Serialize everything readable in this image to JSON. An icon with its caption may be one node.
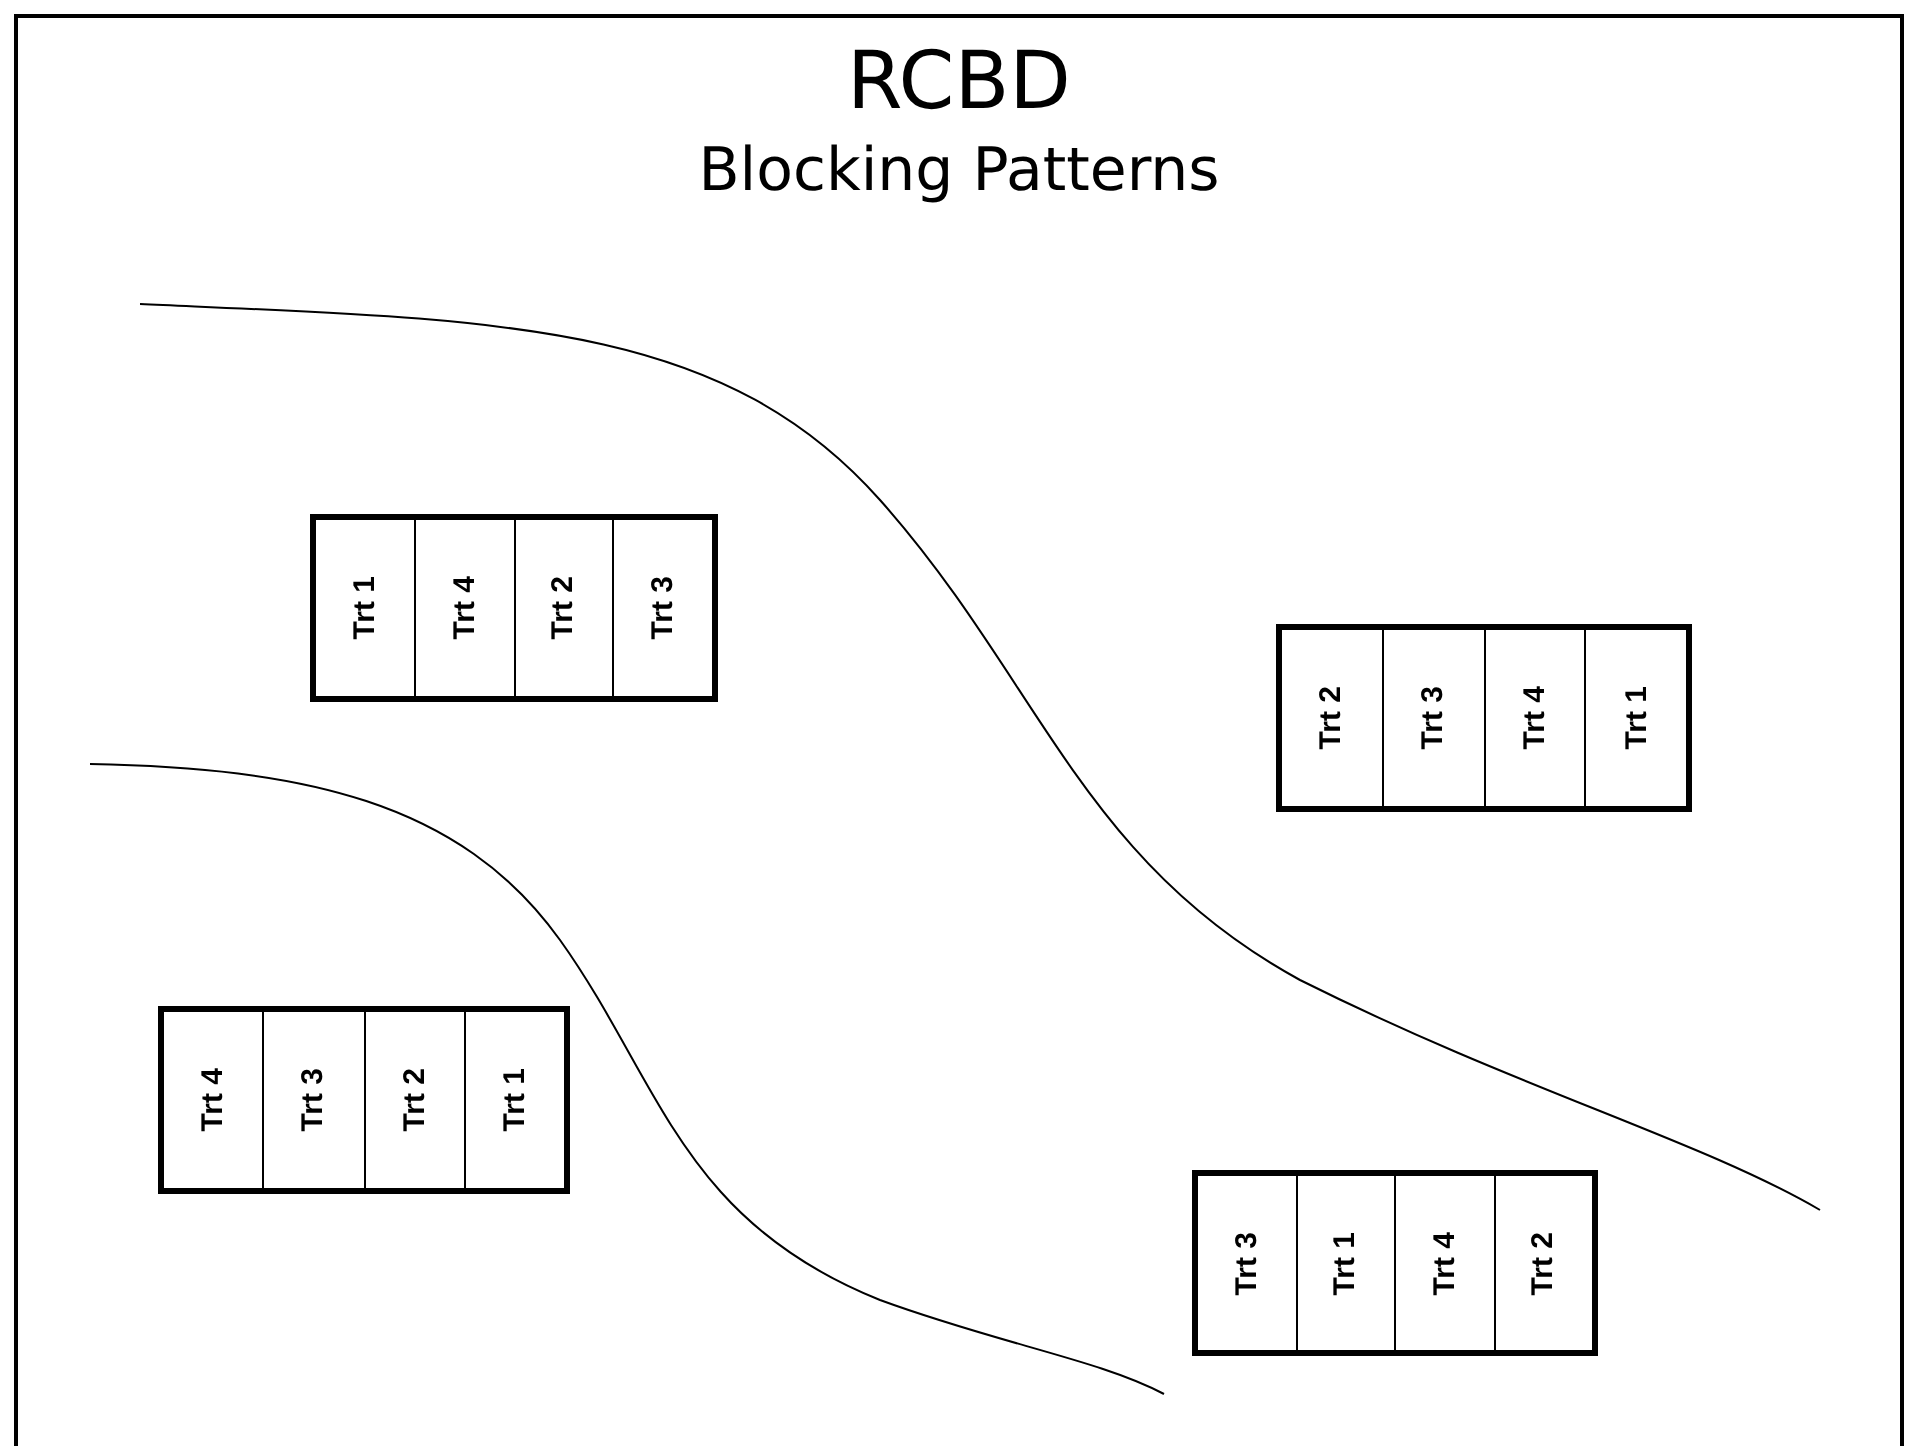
{
  "diagram": {
    "title": "RCBD",
    "nodes": [
      {
        "text": [],
        "shape": "box"
      },
      {
        "text": [
          "Trt 1"
        ],
        "in": 0
      },
      {
        "text": [
          "Trt 4"
        ],
        "in": 0
      },
      {
        "text": [
          "Trt 2"
        ],
        "in": 0
      },
      {
        "text": [
          "Trt 3"
        ],
        "in": 0
      },
      {
        "text": [],
        "shape": "box"
      },
      {
        "text": [
          "Trt 2"
        ],
        "in": 5
      },
      {
        "text": [
          "Trt 3"
        ],
        "in": 5
      },
      {
        "text": [
          "Trt 4"
        ],
        "in": 5
      },
      {
        "text": [
          "Trt 1"
        ],
        "in": 5
      },
      {
        "text": [],
        "shape": "box"
      },
      {
        "text": [
          "Trt 4"
        ],
        "in": 10
      },
      {
        "text": [
          "Trt 3"
        ],
        "in": 10
      },
      {
        "text": [
          "Trt 2"
        ],
        "in": 10
      },
      {
        "text": [
          "Trt 1"
        ],
        "in": 10
      },
      {
        "text": [],
        "shape": "box"
      },
      {
        "text": [
          "Trt 3"
        ],
        "in": 15
      },
      {
        "text": [
          "Trt 1"
        ],
        "in": 15
      },
      {
        "text": [
          "Trt 4"
        ],
        "in": 15
      },
      {
        "text": [
          "Trt 2"
        ],
        "in": 15
      }
    ],
    "labels": [
      "Blocking Patterns"
    ]
  }
}
